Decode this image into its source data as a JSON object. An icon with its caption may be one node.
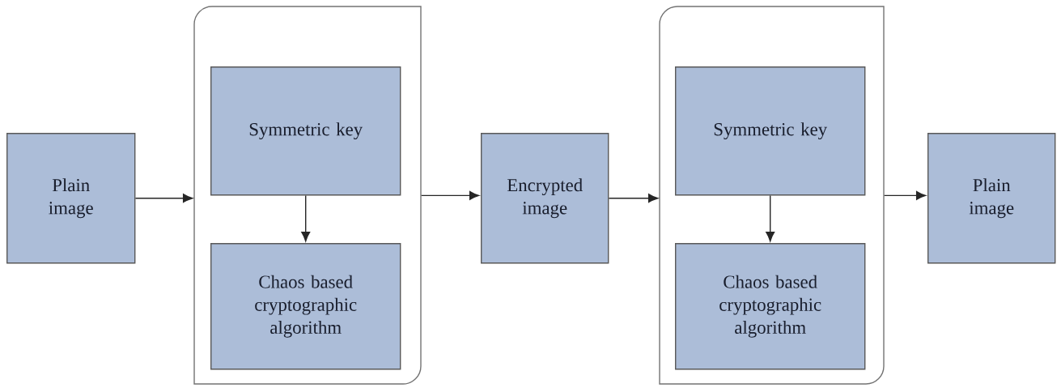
{
  "diagram": {
    "nodes": [
      {
        "text": [
          "Plain image"
        ]
      },
      {
        "text": [],
        "shape": "box"
      },
      {
        "text": [
          "Symmetric key"
        ],
        "in": 1
      },
      {
        "text": [
          "Chaos based cryptographic algorithm"
        ],
        "in": 1
      },
      {
        "text": [
          "Encrypted image"
        ]
      },
      {
        "text": [],
        "shape": "box"
      },
      {
        "text": [
          "Symmetric key"
        ],
        "in": 5
      },
      {
        "text": [
          "Chaos based cryptographic algorithm"
        ],
        "in": 5
      },
      {
        "text": [
          "Plain image"
        ]
      }
    ],
    "edges": [
      {
        "from": 0,
        "to": 1,
        "arrow": "to"
      },
      {
        "from": 2,
        "to": 3,
        "arrow": "to"
      },
      {
        "from": 1,
        "to": 4,
        "arrow": "to"
      },
      {
        "from": 4,
        "to": 5,
        "arrow": "to"
      },
      {
        "from": 6,
        "to": 7,
        "arrow": "to"
      },
      {
        "from": 5,
        "to": 8,
        "arrow": "to"
      }
    ]
  }
}
